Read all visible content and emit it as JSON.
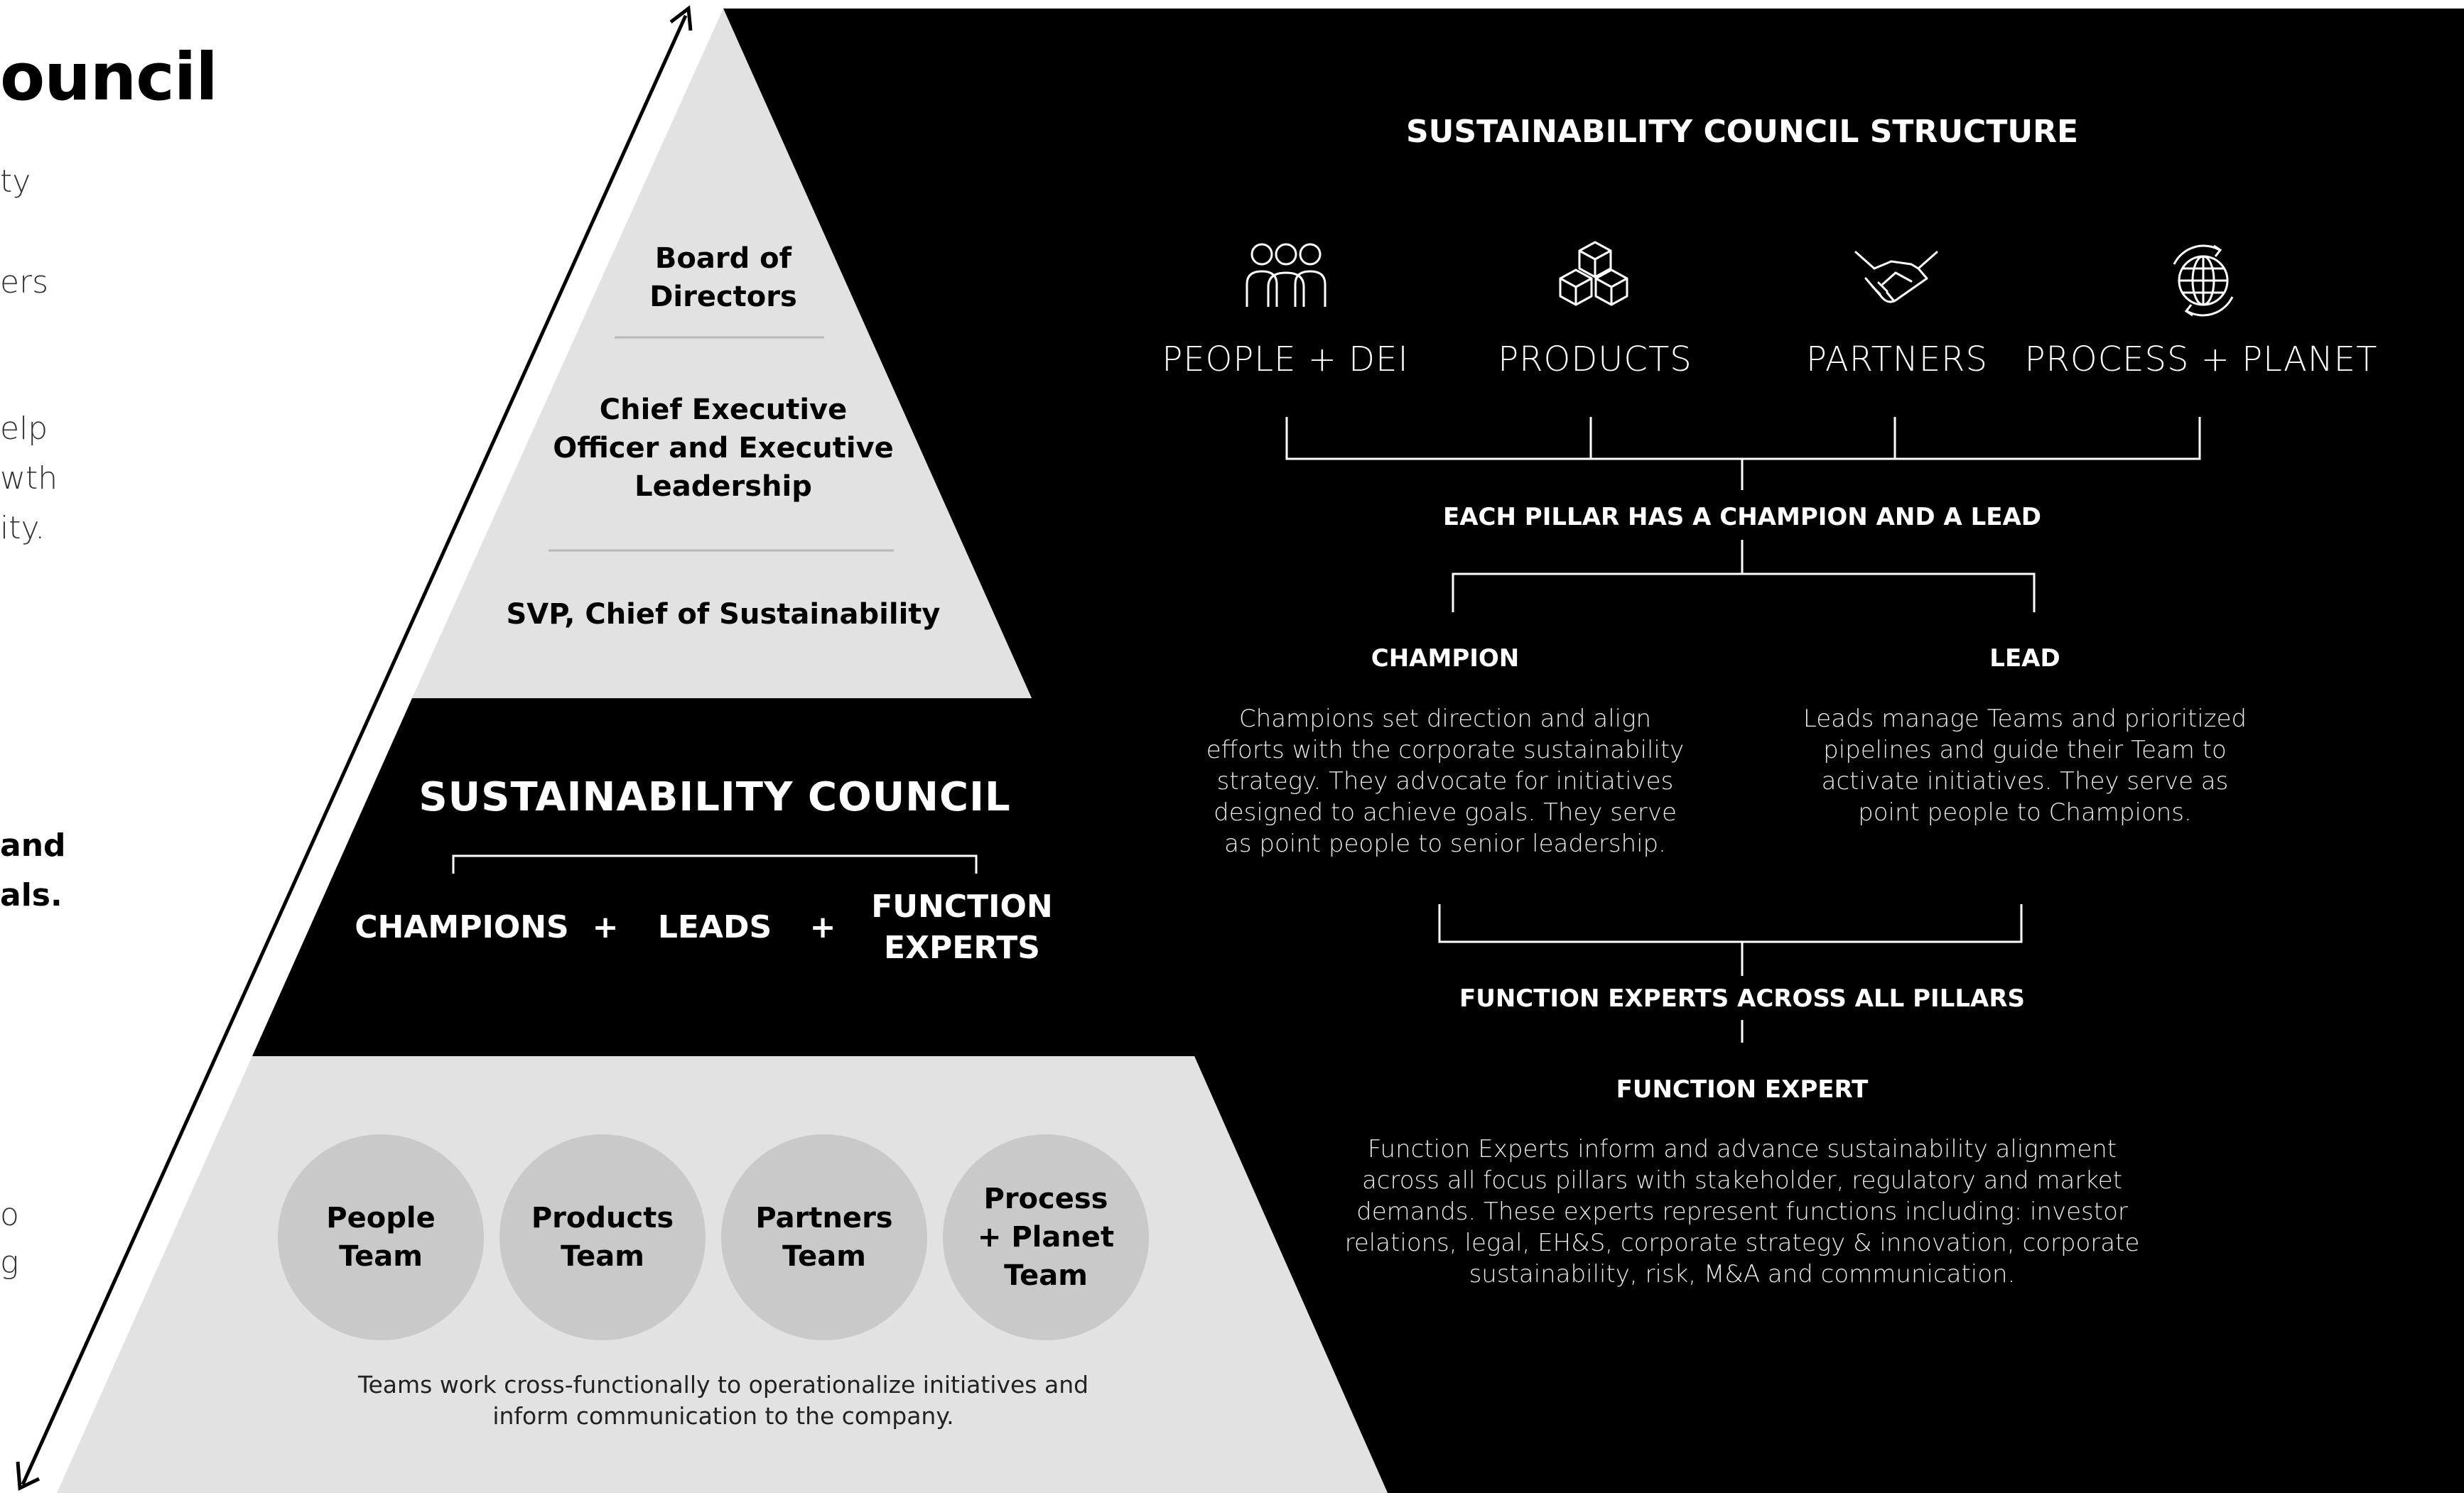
{
  "colors": {
    "dark": "#000000",
    "light_tier": "#e2e2e2",
    "circle": "#c9c9c9",
    "line": "#ffffff"
  },
  "left_panel": {
    "title_fragment": "ouncil",
    "fragments": [
      "ty",
      "ers",
      "elp",
      "wth",
      "ity.",
      "and",
      "als.",
      "o",
      "g"
    ]
  },
  "pyramid": {
    "top_tier": [
      "Board of Directors",
      "Chief Executive Officer and Executive Leadership",
      "SVP, Chief of Sustainability"
    ],
    "council": {
      "title": "SUSTAINABILITY COUNCIL",
      "champions": "CHAMPIONS",
      "plus": "+",
      "leads": "LEADS",
      "function_experts": "FUNCTION EXPERTS"
    },
    "teams": [
      {
        "label": "People\nTeam"
      },
      {
        "label": "Products\nTeam"
      },
      {
        "label": "Partners\nTeam"
      },
      {
        "label": "Process\n+ Planet\nTeam"
      }
    ],
    "teams_note": "Teams work cross-functionally to operationalize initiatives and inform communication to the company."
  },
  "structure": {
    "title": "SUSTAINABILITY COUNCIL STRUCTURE",
    "pillars": [
      {
        "label": "PEOPLE + DEI",
        "icon": "people-icon"
      },
      {
        "label": "PRODUCTS",
        "icon": "boxes-icon"
      },
      {
        "label": "PARTNERS",
        "icon": "handshake-icon"
      },
      {
        "label": "PROCESS + PLANET",
        "icon": "globe-icon"
      }
    ],
    "pillar_note": "EACH PILLAR HAS A CHAMPION AND A LEAD",
    "champion": {
      "heading": "CHAMPION",
      "text": "Champions set direction and align efforts with the corporate sustainability strategy. They advocate for initiatives designed to achieve goals. They serve as point people to senior leadership."
    },
    "lead": {
      "heading": "LEAD",
      "text": "Leads manage Teams and prioritized pipelines and guide their Team to activate initiatives. They serve as point people to Champions."
    },
    "function_note": "FUNCTION EXPERTS ACROSS ALL PILLARS",
    "function_expert": {
      "heading": "FUNCTION EXPERT",
      "text": "Function Experts inform and advance sustainability alignment across all focus pillars with stakeholder, regulatory and market demands. These experts represent functions including: investor relations, legal, EH&S, corporate strategy & innovation, corporate sustainability, risk, M&A and communication."
    }
  }
}
